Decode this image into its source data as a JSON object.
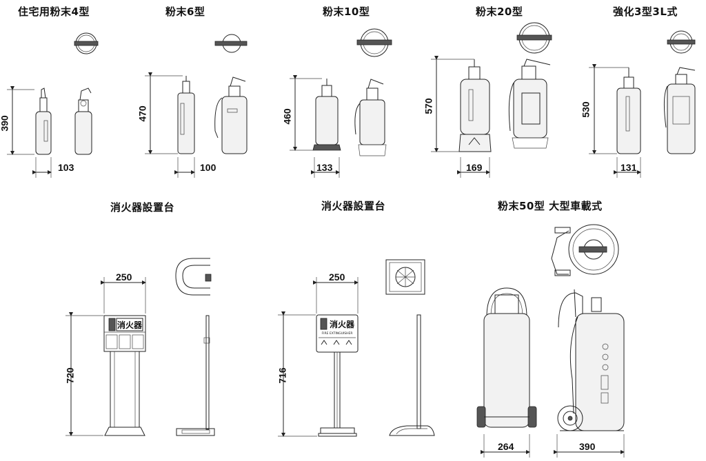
{
  "titles": {
    "home_powder_4": "住宅用粉末4型",
    "powder_6": "粉末6型",
    "powder_10": "粉末10型",
    "powder_20": "粉末20型",
    "reinforced_3": "強化3型3L式",
    "stand_1": "消火器設置台",
    "stand_2": "消火器設置台",
    "powder_50": "粉末50型 大型車載式"
  },
  "dimensions": {
    "home_powder_4": {
      "height": "390",
      "width": "103"
    },
    "powder_6": {
      "height": "470",
      "width": "100"
    },
    "powder_10": {
      "height": "460",
      "width": "133"
    },
    "powder_20": {
      "height": "570",
      "width": "169"
    },
    "reinforced_3": {
      "height": "530",
      "width": "131"
    },
    "stand_1": {
      "height": "720",
      "width": "250"
    },
    "stand_2": {
      "height": "716",
      "width": "250"
    },
    "powder_50": {
      "width_front": "264",
      "width_side": "390"
    }
  },
  "signs": {
    "stand_1_label": "消火器",
    "stand_2_label": "消火器",
    "stand_2_sub": "FIRE EXTINGUISHER"
  },
  "icons": [
    "extinguisher-icon",
    "dimension-arrow-icon"
  ]
}
